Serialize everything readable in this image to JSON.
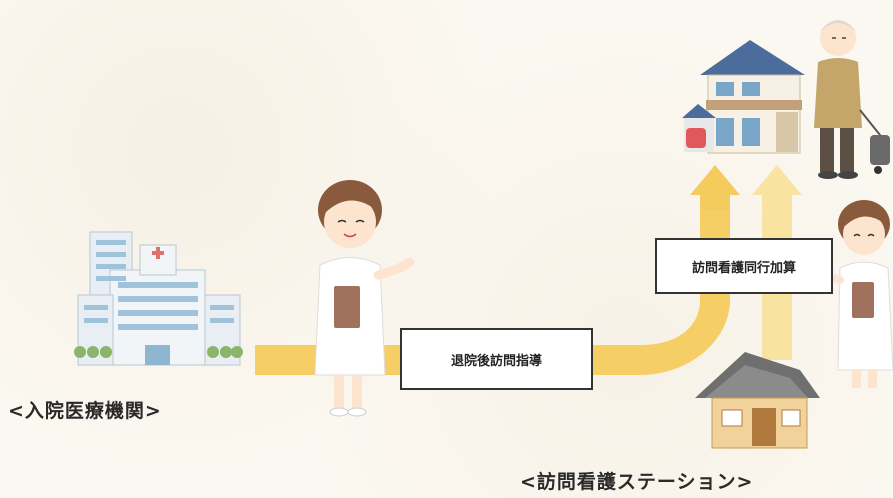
{
  "diagram": {
    "hospital_label": "<入院医療機関>",
    "station_label": "<訪問看護ステーション>",
    "discharge_guidance_box": "退院後訪問指導",
    "accompanied_visit_box": "訪問看護同行加算",
    "icons": [
      "hospital-icon",
      "nurse-icon",
      "house-icon",
      "elderly-man-icon",
      "station-house-icon",
      "arrow-up-icon"
    ],
    "colors": {
      "arrow": "#f4cc5e",
      "arrow_light": "#f8e3a0",
      "box_border": "#333333"
    }
  }
}
